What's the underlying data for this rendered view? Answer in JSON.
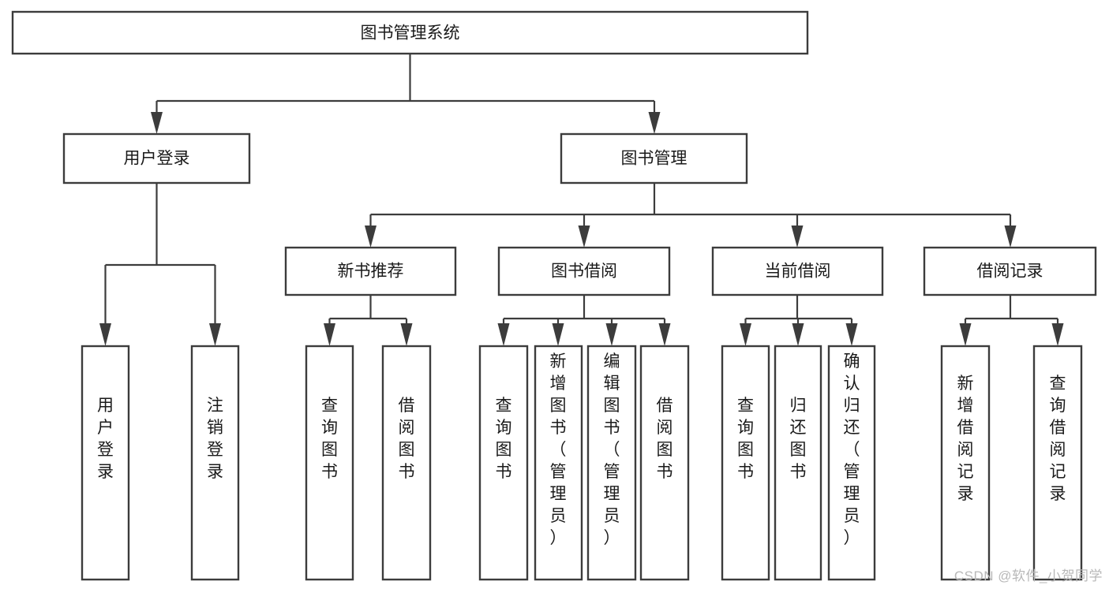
{
  "diagram": {
    "title": "图书管理系统",
    "type": "tree-hierarchy",
    "watermark": "CSDN @软件_小贺同学",
    "colors": {
      "stroke": "#3c3c3c",
      "fill": "#ffffff",
      "text": "#1a1a1a",
      "watermark": "#b8b8b8"
    },
    "levels": {
      "level1": [
        {
          "id": "root",
          "label": "图书管理系统"
        }
      ],
      "level2": [
        {
          "id": "user-login",
          "label": "用户登录"
        },
        {
          "id": "book-mgmt",
          "label": "图书管理"
        }
      ],
      "level3": [
        {
          "id": "new-book-rec",
          "label": "新书推荐"
        },
        {
          "id": "book-borrow",
          "label": "图书借阅"
        },
        {
          "id": "current-borrow",
          "label": "当前借阅"
        },
        {
          "id": "borrow-record",
          "label": "借阅记录"
        }
      ],
      "level4": [
        {
          "id": "leaf-user-login",
          "label": "用户登录",
          "parent": "user-login"
        },
        {
          "id": "leaf-user-logout",
          "label": "注销登录",
          "parent": "user-login"
        },
        {
          "id": "leaf-query-book-1",
          "label": "查询图书",
          "parent": "new-book-rec"
        },
        {
          "id": "leaf-borrow-book-1",
          "label": "借阅图书",
          "parent": "new-book-rec"
        },
        {
          "id": "leaf-query-book-2",
          "label": "查询图书",
          "parent": "book-borrow"
        },
        {
          "id": "leaf-add-book",
          "label": "新增图书（管理员）",
          "parent": "book-borrow"
        },
        {
          "id": "leaf-edit-book",
          "label": "编辑图书（管理员）",
          "parent": "book-borrow"
        },
        {
          "id": "leaf-borrow-book-2",
          "label": "借阅图书",
          "parent": "book-borrow"
        },
        {
          "id": "leaf-query-book-3",
          "label": "查询图书",
          "parent": "current-borrow"
        },
        {
          "id": "leaf-return-book",
          "label": "归还图书",
          "parent": "current-borrow"
        },
        {
          "id": "leaf-confirm-return",
          "label": "确认归还（管理员）",
          "parent": "current-borrow"
        },
        {
          "id": "leaf-add-record",
          "label": "新增借阅记录",
          "parent": "borrow-record"
        },
        {
          "id": "leaf-query-record",
          "label": "查询借阅记录",
          "parent": "borrow-record"
        }
      ]
    }
  }
}
